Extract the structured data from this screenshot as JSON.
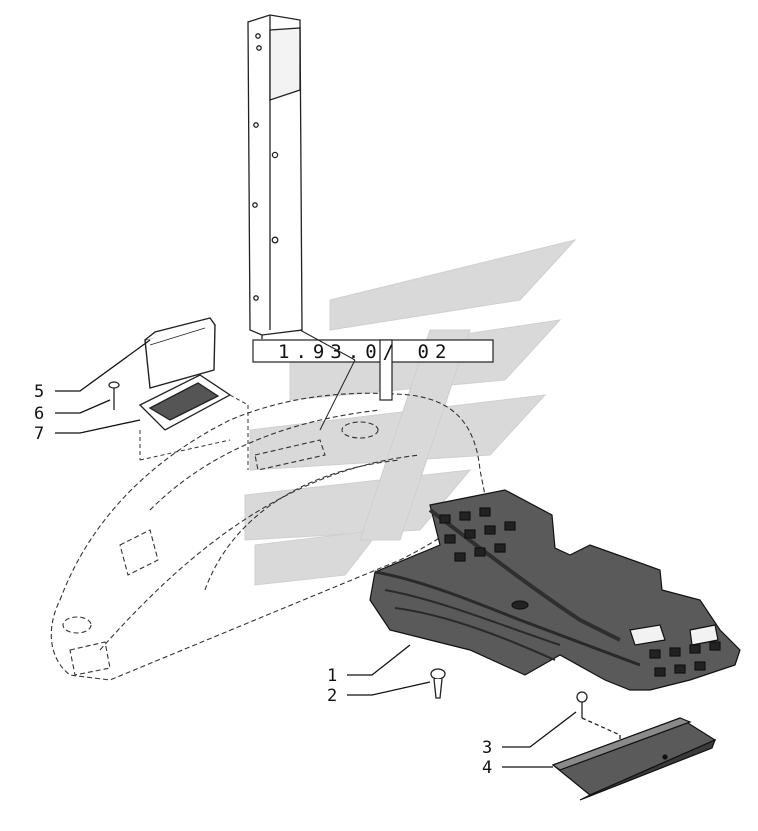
{
  "diagram": {
    "reference_box": "1.93.0/ 02",
    "callouts": [
      {
        "id": "c1",
        "number": "1"
      },
      {
        "id": "c2",
        "number": "2"
      },
      {
        "id": "c3",
        "number": "3"
      },
      {
        "id": "c4",
        "number": "4"
      },
      {
        "id": "c5",
        "number": "5"
      },
      {
        "id": "c6",
        "number": "6"
      },
      {
        "id": "c7",
        "number": "7"
      }
    ],
    "colors": {
      "line": "#222222",
      "part_fill": "#5a5a5a",
      "part_dark": "#2f2f2f",
      "watermark": "#d9d9d9"
    }
  }
}
